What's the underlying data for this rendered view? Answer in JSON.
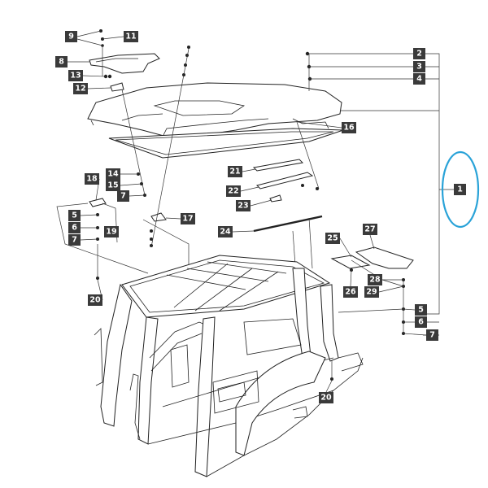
{
  "labels": {
    "l1": "1",
    "l2": "2",
    "l3": "3",
    "l4": "4",
    "l5a": "5",
    "l5b": "5",
    "l6a": "6",
    "l6b": "6",
    "l7a": "7",
    "l7b": "7",
    "l7c": "7",
    "l8": "8",
    "l9": "9",
    "l11": "11",
    "l12": "12",
    "l13": "13",
    "l14": "14",
    "l15": "15",
    "l16": "16",
    "l17": "17",
    "l18": "18",
    "l19": "19",
    "l20a": "20",
    "l20b": "20",
    "l21": "21",
    "l22": "22",
    "l23": "23",
    "l24": "24",
    "l25": "25",
    "l26": "26",
    "l27": "27",
    "l28": "28",
    "l29": "29"
  },
  "highlight_color": "#2aa3d8"
}
